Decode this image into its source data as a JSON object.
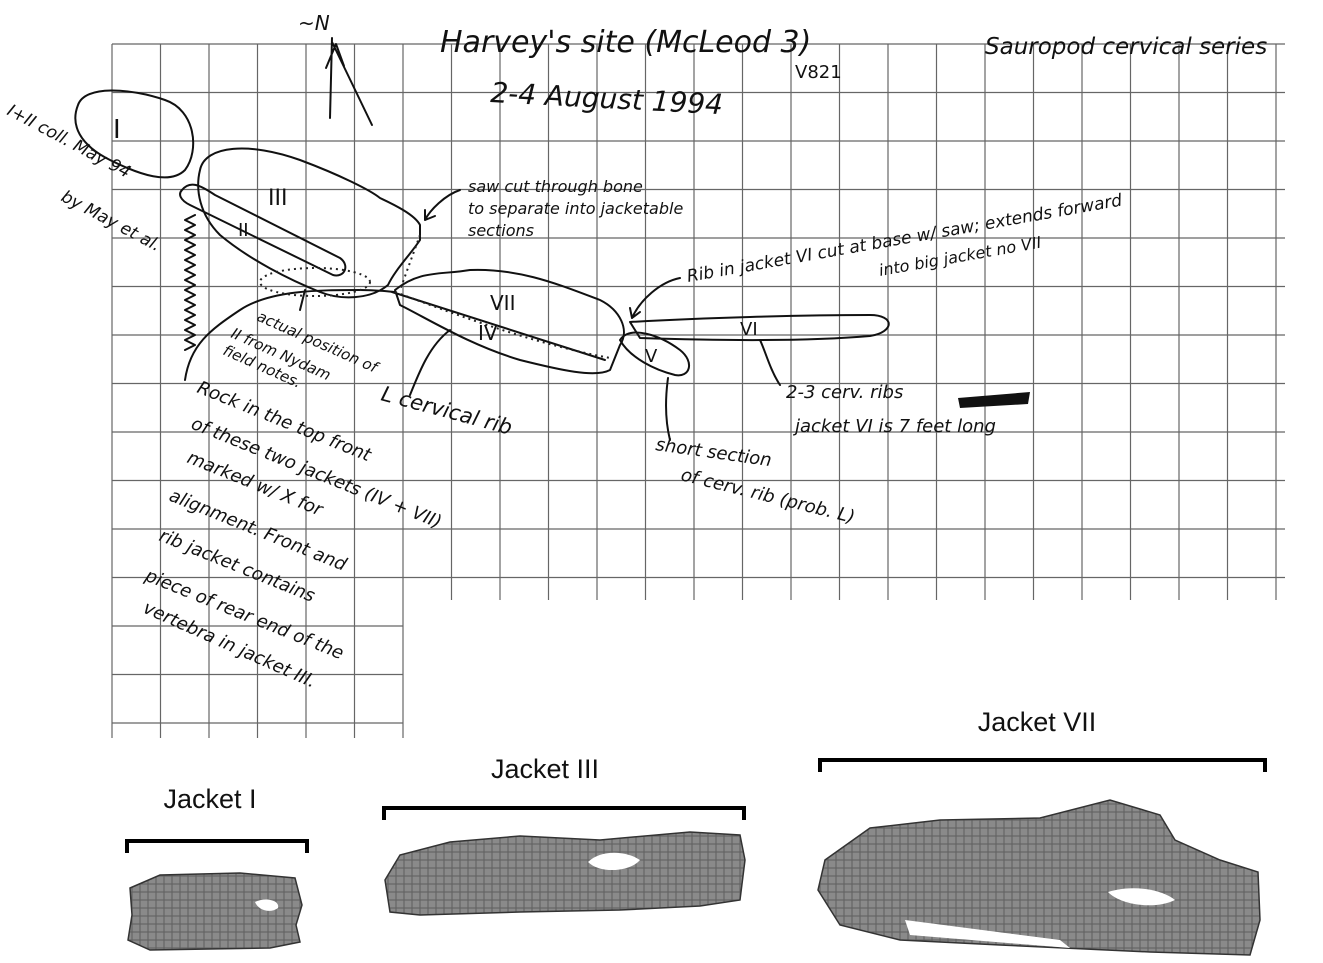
{
  "header": {
    "north_label": "~N",
    "title": "Harvey's site (McLeod 3)",
    "catalog": "V821",
    "subtitle": "Sauropod cervical series",
    "date": "2-4 August 1994"
  },
  "jacket_labels_map": [
    "I",
    "II",
    "III",
    "VII",
    "IV",
    "V",
    "VI"
  ],
  "notes": {
    "left_top": "I+II coll. May 94",
    "left_top2": "by May et al.",
    "saw_cut": [
      "saw cut through bone",
      "to separate into jacketable",
      "sections"
    ],
    "rib_in_jacket": "Rib in jacket VI cut at base w/ saw; extends forward",
    "rib_in_jacket2": "into big jacket no VII",
    "actual_position": [
      "actual position of",
      "II from Nydam",
      "field notes."
    ],
    "l_cervical_rib": "L cervical rib",
    "cerv_ribs": "2-3 cerv. ribs",
    "jacket_length": "jacket VI is 7 feet long",
    "short_section": [
      "short section",
      "of cerv. rib (prob. L)"
    ],
    "rock_note": [
      "Rock in the top front",
      "of these two jackets (IV + VII)",
      "marked w/ X for",
      "alignment. Front and",
      "rib jacket contains",
      "piece of rear end of the",
      "vertebra in jacket III."
    ]
  },
  "photos": {
    "jacket1": "Jacket I",
    "jacket3": "Jacket III",
    "jacket7": "Jacket VII"
  }
}
